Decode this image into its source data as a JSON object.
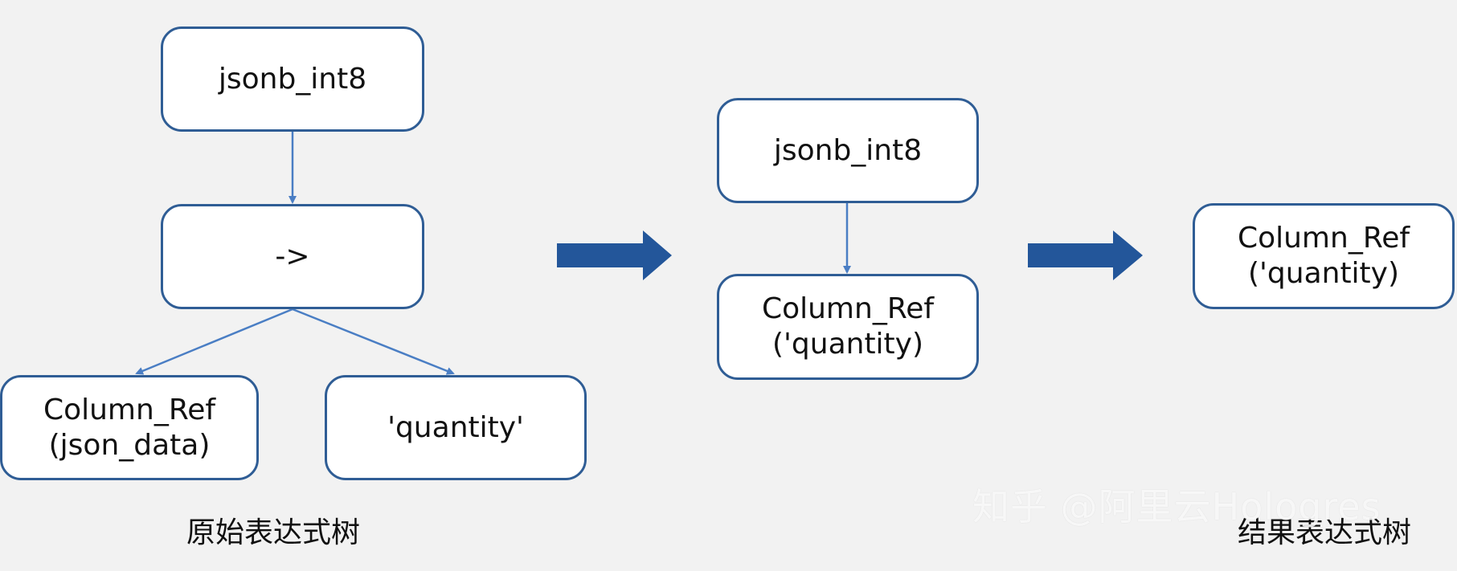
{
  "original_tree": {
    "root": "jsonb_int8",
    "operator": "->",
    "left_child": "Column_Ref\n(json_data)",
    "right_child": "'quantity'",
    "caption": "原始表达式树"
  },
  "intermediate_tree": {
    "root": "jsonb_int8",
    "child": "Column_Ref\n('quantity)"
  },
  "result_tree": {
    "node": "Column_Ref\n('quantity)",
    "caption": "结果表达式树"
  },
  "watermark": "知乎 @阿里云Hologres",
  "colors": {
    "node_border": "#2f5d95",
    "connector": "#4a7ec4",
    "big_arrow": "#23569a",
    "background": "#f2f2f2"
  }
}
